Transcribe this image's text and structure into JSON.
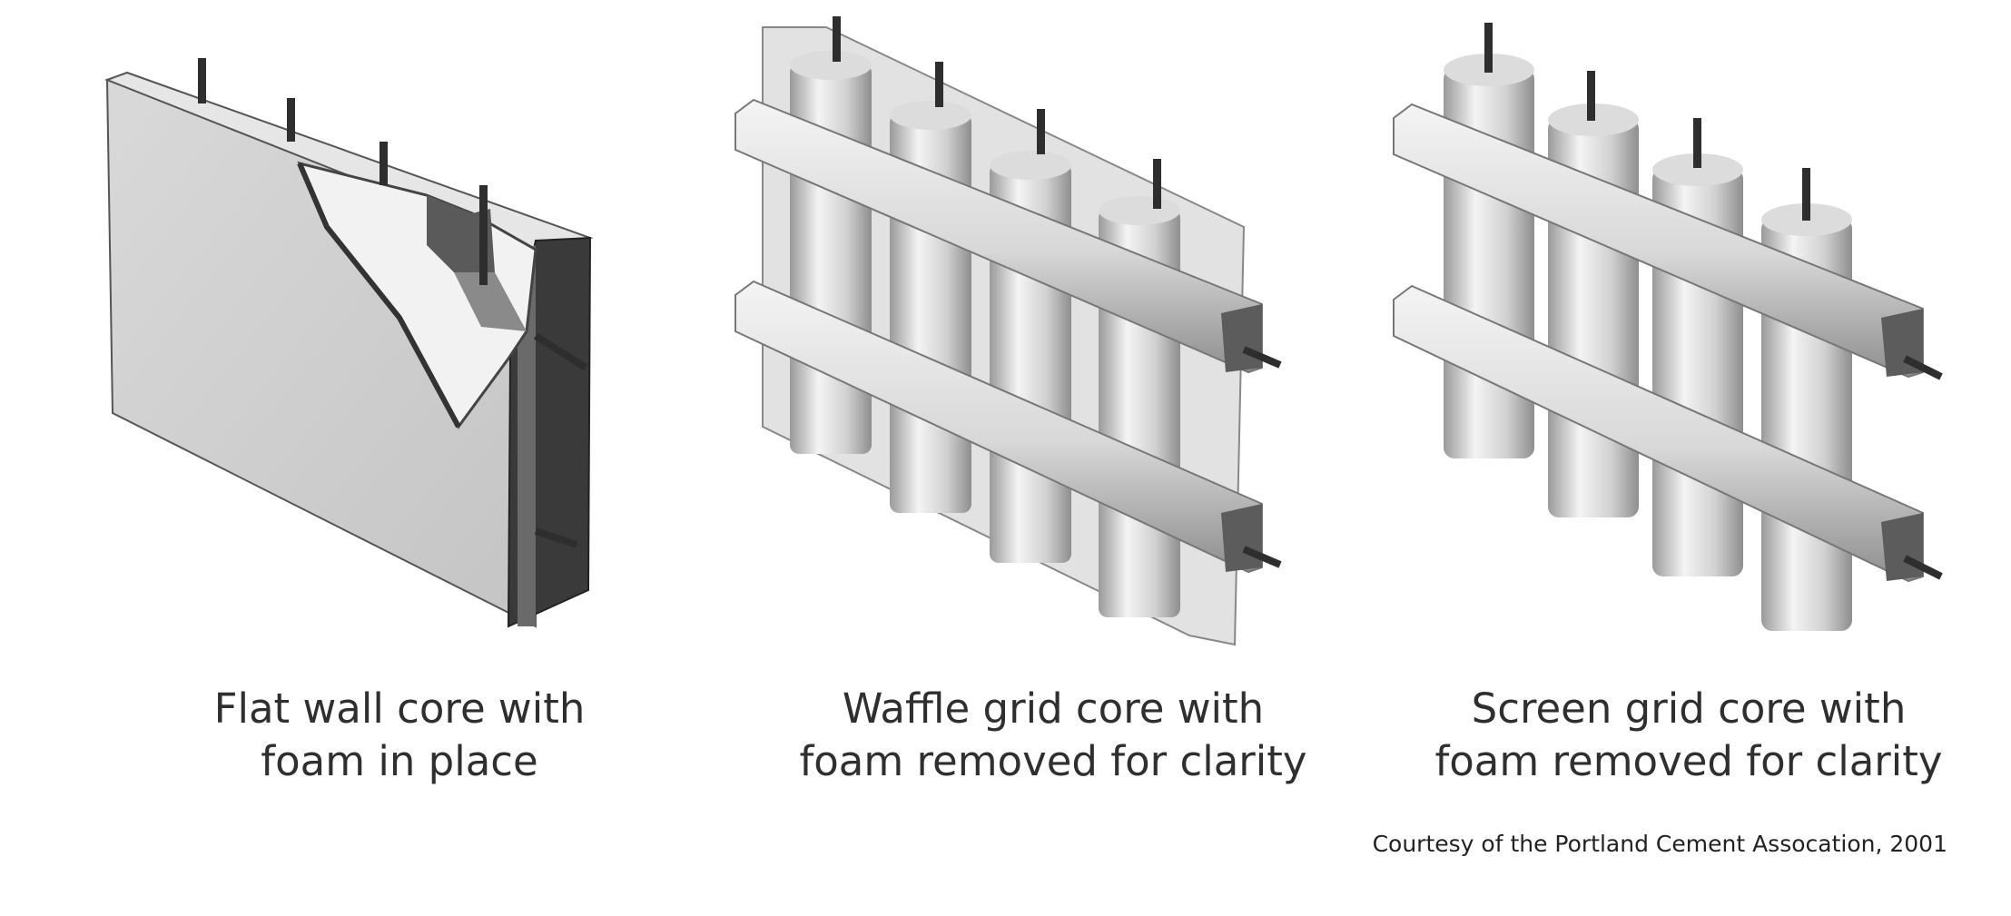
{
  "panels": [
    {
      "id": "flat-wall",
      "caption": [
        "Flat wall core with",
        "foam in place"
      ]
    },
    {
      "id": "waffle-grid",
      "caption": [
        "Waffle grid core with",
        "foam removed for clarity"
      ]
    },
    {
      "id": "screen-grid",
      "caption": [
        "Screen grid core with",
        "foam removed for clarity"
      ]
    }
  ],
  "credit": "Courtesy of the Portland Cement Assocation, 2001"
}
